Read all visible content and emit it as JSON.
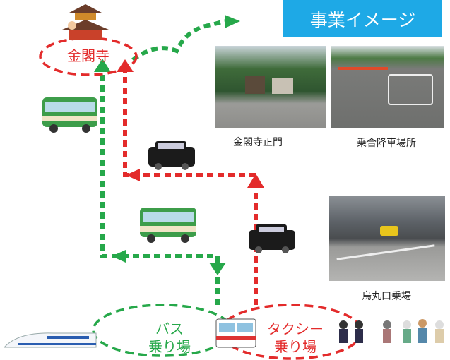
{
  "header": {
    "title": "事業イメージ"
  },
  "places": {
    "kinkakuji": "金閣寺",
    "bus_stop_line1": "バス",
    "bus_stop_line2": "乗り場",
    "taxi_stand_line1": "タクシー",
    "taxi_stand_line2": "乗り場"
  },
  "photos": [
    {
      "caption": "金閣寺正門"
    },
    {
      "caption": "乗合降車場所"
    },
    {
      "caption": "烏丸口乗場"
    }
  ],
  "colors": {
    "badge": "#1ea9e6",
    "taxi_route": "#e32b2b",
    "bus_route": "#26a84a"
  },
  "icons": [
    "temple-icon",
    "bus-icon",
    "taxi-icon",
    "shinkansen-icon",
    "train-icon",
    "people-icon"
  ]
}
